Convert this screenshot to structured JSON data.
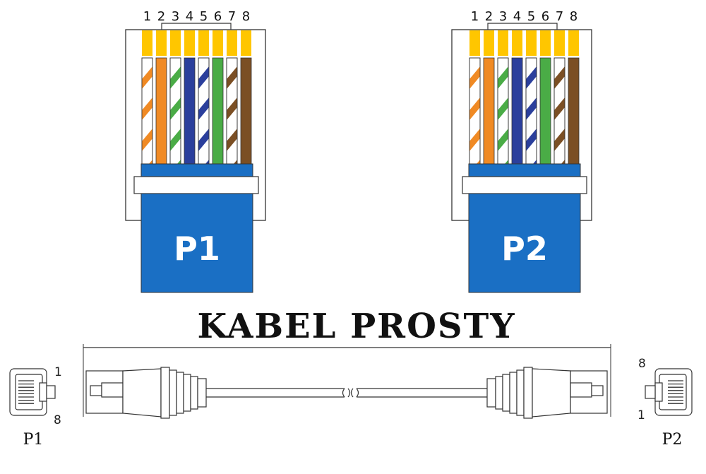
{
  "title": "KABEL PROSTY",
  "pin_numbers": [
    "1",
    "2",
    "3",
    "4",
    "5",
    "6",
    "7",
    "8"
  ],
  "plugs": [
    {
      "label": "P1"
    },
    {
      "label": "P2"
    }
  ],
  "wires": [
    {
      "color": "#f08a24",
      "striped": true
    },
    {
      "color": "#f08a24",
      "striped": false
    },
    {
      "color": "#4aac46",
      "striped": true
    },
    {
      "color": "#2b3f9c",
      "striped": false
    },
    {
      "color": "#2b3f9c",
      "striped": true
    },
    {
      "color": "#4aac46",
      "striped": false
    },
    {
      "color": "#7b4f24",
      "striped": true
    },
    {
      "color": "#7b4f24",
      "striped": false
    }
  ],
  "side_views": {
    "left": {
      "label": "P1",
      "top_pin": "1",
      "bottom_pin": "8"
    },
    "right": {
      "label": "P2",
      "top_pin": "8",
      "bottom_pin": "1"
    }
  },
  "colors": {
    "contact_gold": "#ffc600",
    "boot_blue": "#1a6fc4",
    "outline": "#333333"
  }
}
